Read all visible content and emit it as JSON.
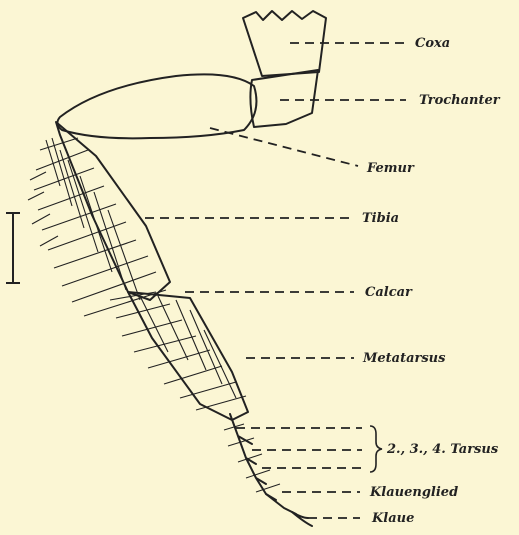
{
  "figure": {
    "labels": {
      "coxa": "Coxa",
      "trochanter": "Trochanter",
      "femur": "Femur",
      "tibia": "Tibia",
      "calcar": "Calcar",
      "metatarsus": "Metatarsus",
      "tarsus": "2., 3., 4. Tarsus",
      "klauenglied": "Klauenglied",
      "klaue": "Klaue"
    },
    "colors": {
      "background": "#fbf6d4",
      "ink": "#222222"
    }
  }
}
